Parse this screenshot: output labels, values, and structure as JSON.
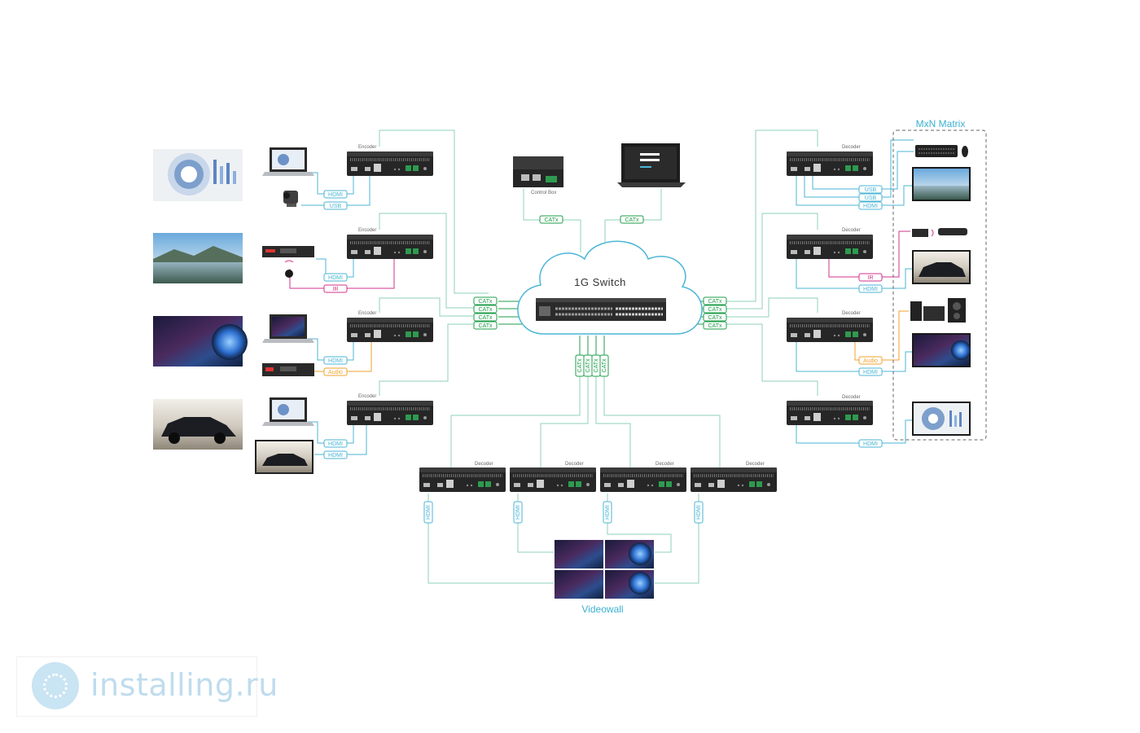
{
  "labels": {
    "encoder": "Encoder",
    "decoder": "Decoder",
    "control_box": "Control Box",
    "switch": "1G Switch",
    "matrix": "MxN Matrix",
    "videowall": "Videowall"
  },
  "tags": {
    "hdmi": "HDMI",
    "usb": "USB",
    "ir": "IR",
    "audio": "Audio",
    "catx": "CATx"
  },
  "colors": {
    "link_green": "#1f9e4a",
    "connector_teal": "#6cc4b8",
    "hdmi_blue": "#4bb6d6",
    "ir_magenta": "#d0338c",
    "audio_orange": "#f0a22f",
    "title_blue": "#3bb0d0"
  },
  "watermark": {
    "text": "installing.ru"
  }
}
